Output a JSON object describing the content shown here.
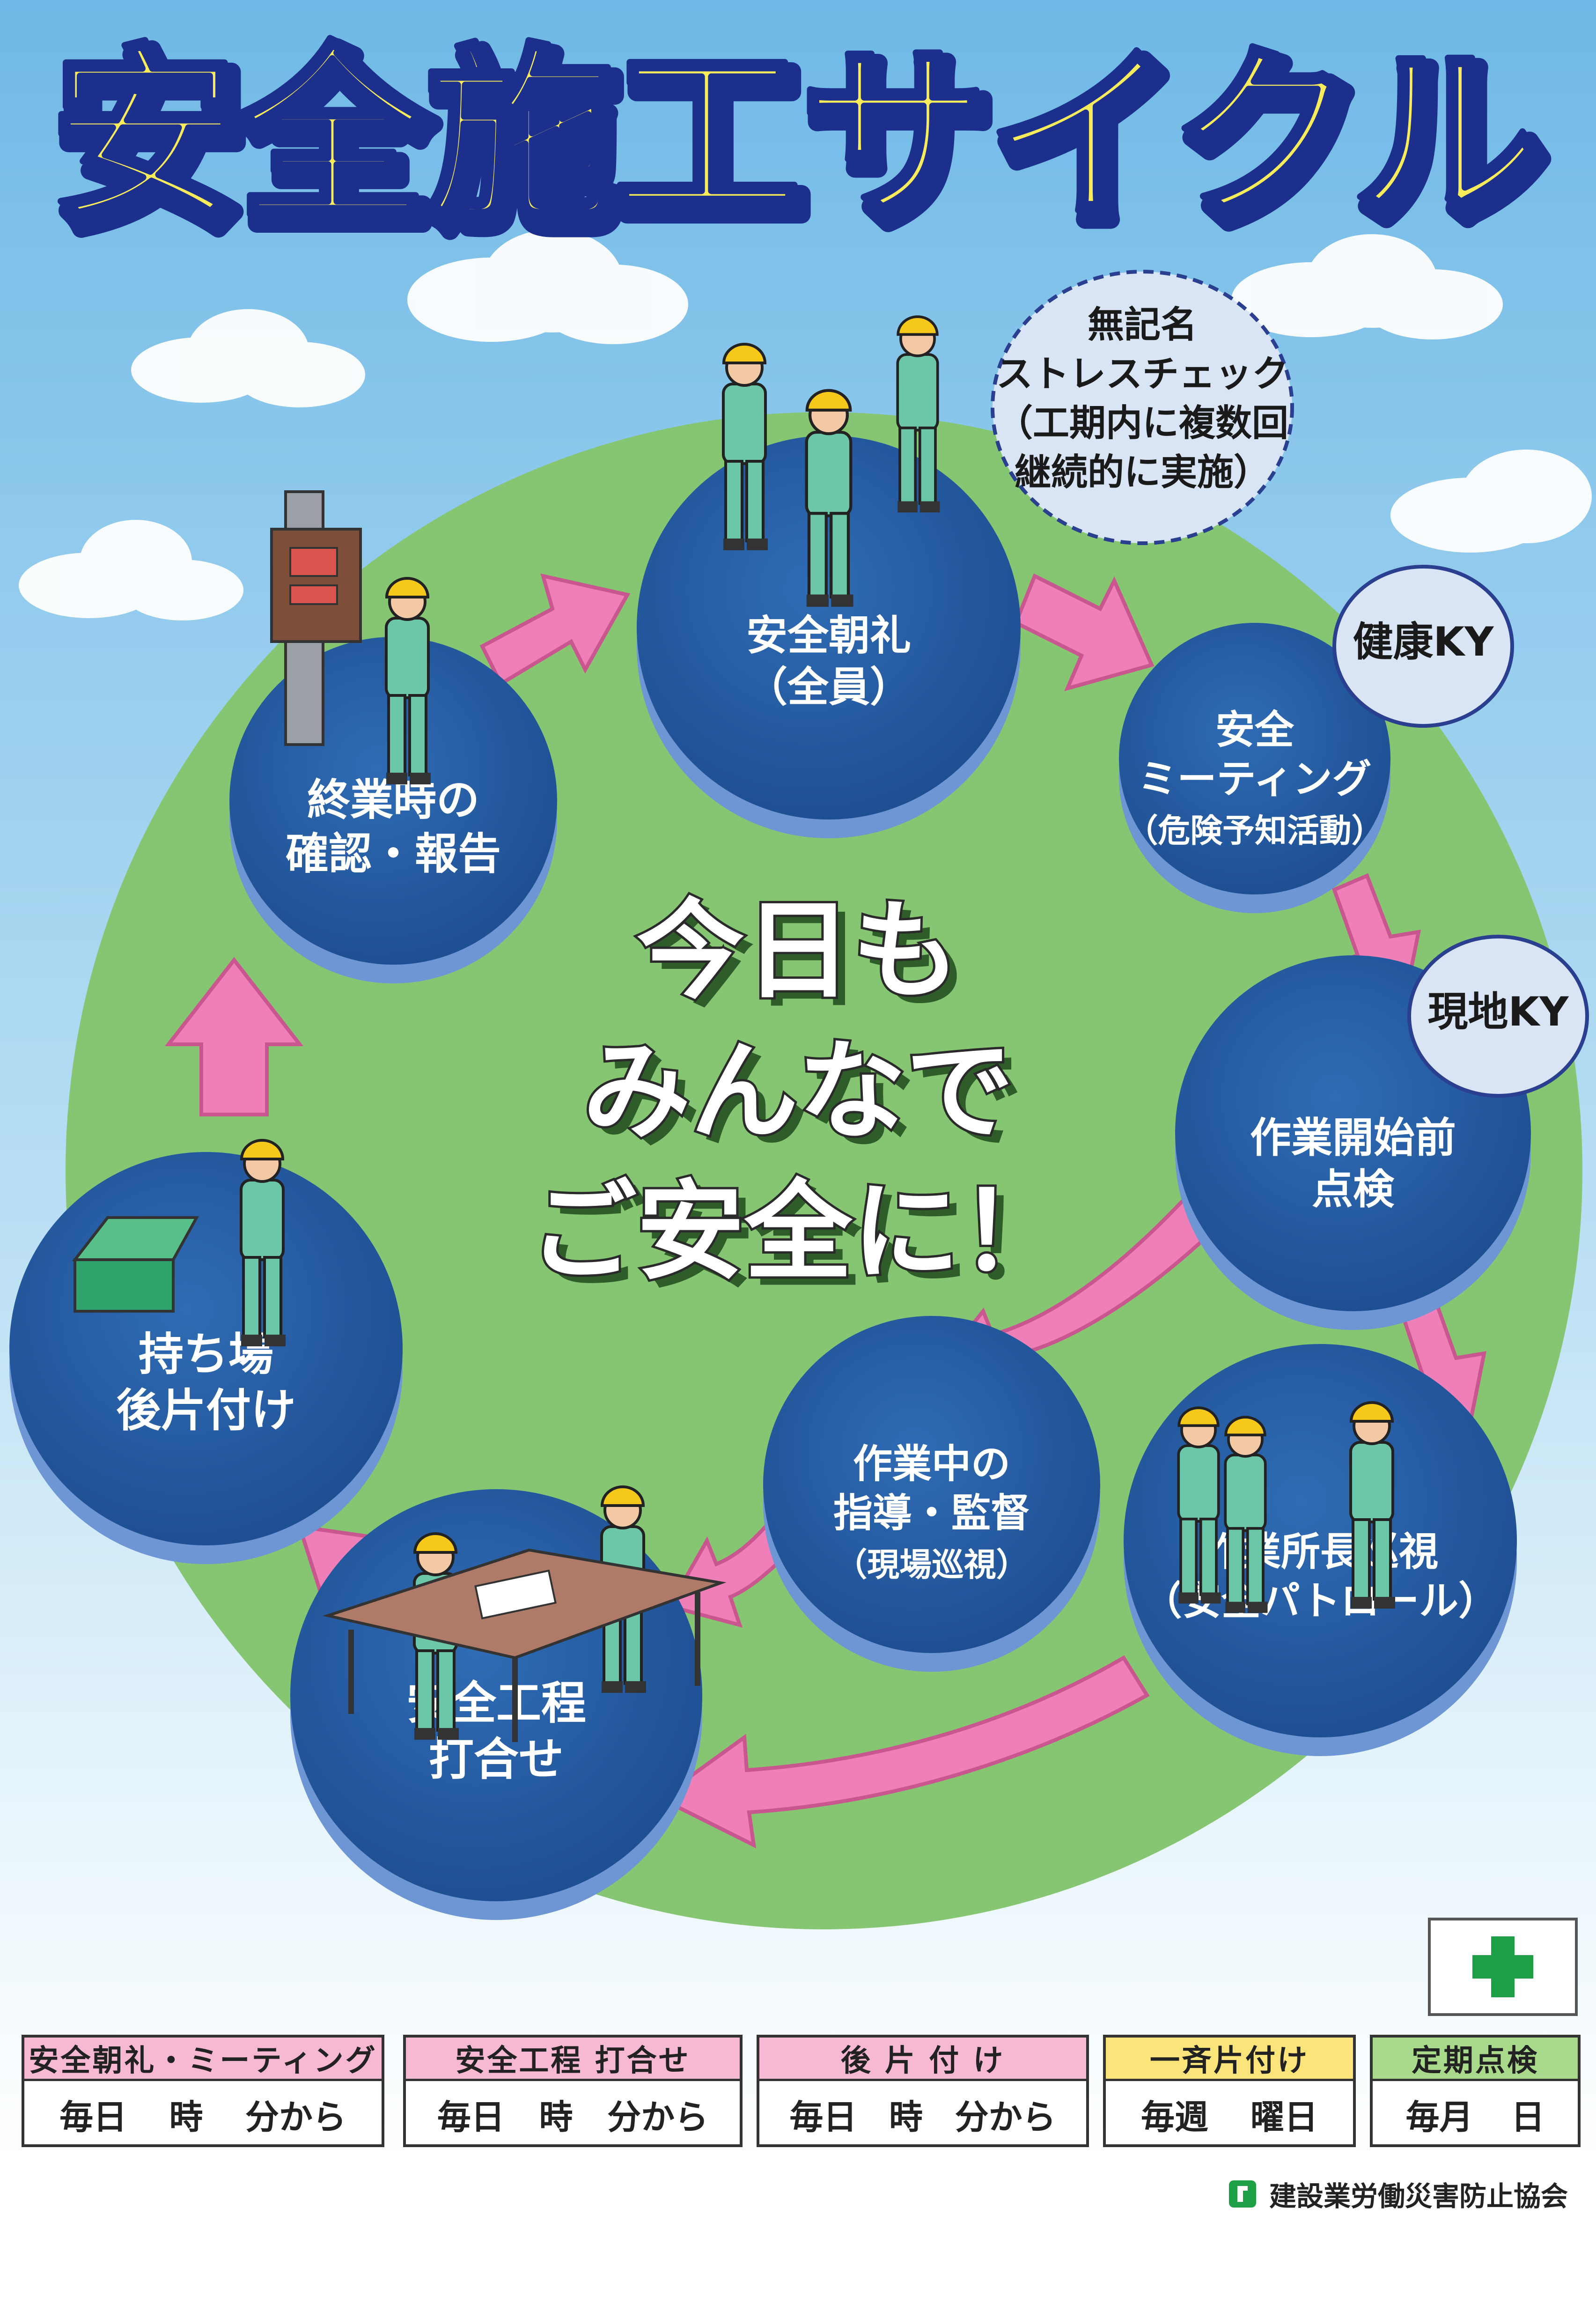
{
  "title": "安全施工サイクル",
  "center_message": [
    "今日も",
    "みんなで",
    "ご安全に！"
  ],
  "steps": [
    {
      "id": "morning-assembly",
      "lines": [
        "安全朝礼",
        "（全員）"
      ]
    },
    {
      "id": "safety-meeting",
      "lines": [
        "安全",
        "ミーティング",
        "（危険予知活動）"
      ]
    },
    {
      "id": "pre-work-inspection",
      "lines": [
        "作業開始前",
        "点検"
      ]
    },
    {
      "id": "supervisor-patrol",
      "lines": [
        "作業所長巡視",
        "（安全パトロール）"
      ]
    },
    {
      "id": "guidance-supervision",
      "lines": [
        "作業中の",
        "指導・監督",
        "（現場巡視）"
      ]
    },
    {
      "id": "process-meeting",
      "lines": [
        "安全工程",
        "打合せ"
      ]
    },
    {
      "id": "site-cleanup",
      "lines": [
        "持ち場",
        "後片付け"
      ]
    },
    {
      "id": "end-of-work-report",
      "lines": [
        "終業時の",
        "確認・報告"
      ]
    }
  ],
  "clouds": {
    "stress_check": [
      "無記名",
      "ストレスチェック",
      "（工期内に複数回",
      "継続的に実施）"
    ],
    "health_ky": "健康KY",
    "site_ky": "現地KY"
  },
  "schedule": [
    {
      "header": "安全朝礼・ミーティング",
      "header_color": "#f6b8d2",
      "value": [
        "毎日",
        "時",
        "分から"
      ]
    },
    {
      "header": "安全工程 打合せ",
      "header_color": "#f6b8d2",
      "value": [
        "毎日",
        "時",
        "分から"
      ]
    },
    {
      "header": "後 片 付 け",
      "header_color": "#f6b8d2",
      "value": [
        "毎日",
        "時",
        "分から"
      ]
    },
    {
      "header": "一斉片付け",
      "header_color": "#fbe47a",
      "value": [
        "毎週",
        "曜日"
      ]
    },
    {
      "header": "定期点検",
      "header_color": "#a9d98b",
      "value": [
        "毎月",
        "日"
      ]
    }
  ],
  "organization": "建設業労働災害防止協会",
  "colors": {
    "sky_top": "#7cc3ea",
    "circle_green": "#86c571",
    "disc_blue": "#2a63a8",
    "disc_edge": "#6e95d4",
    "arrow_pink": "#ef7fb8",
    "title_yellow": "#f9ec5a",
    "title_outline": "#1d2f8c",
    "safety_cross": "#1ea046"
  }
}
